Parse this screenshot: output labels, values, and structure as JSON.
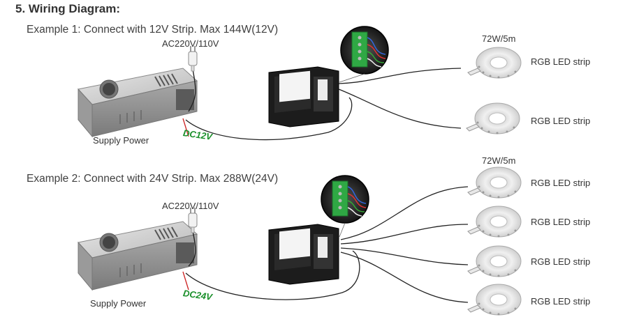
{
  "title": "5. Wiring Diagram:",
  "example1": {
    "heading": "Example 1: Connect with 12V Strip. Max 144W(12V)",
    "ac_label": "AC220V/110V",
    "dc_label": "DC12V",
    "supply_label": "Supply Power",
    "strip_power": "72W/5m",
    "strips": [
      "RGB LED strip",
      "RGB LED strip"
    ]
  },
  "example2": {
    "heading": "Example 2: Connect with 24V Strip. Max 288W(24V)",
    "ac_label": "AC220V/110V",
    "dc_label": "DC24V",
    "supply_label": "Supply Power",
    "strip_power": "72W/5m",
    "strips": [
      "RGB LED strip",
      "RGB LED strip",
      "RGB LED strip",
      "RGB LED strip"
    ]
  },
  "colors": {
    "dc_label": "#1a8f2a",
    "wire": "#222222",
    "dc_wire": "#cc2222"
  }
}
